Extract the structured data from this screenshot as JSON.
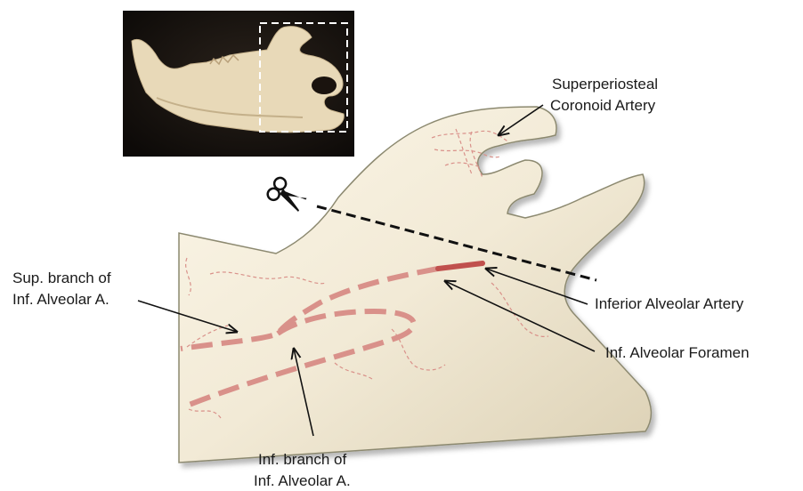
{
  "labels": {
    "superperiosteal_line1": "Superperiosteal",
    "superperiosteal_line2": "Coronoid Artery",
    "sup_branch_line1": "Sup. branch of",
    "sup_branch_line2": "Inf. Alveolar A.",
    "inferior_alveolar_artery": "Inferior Alveolar Artery",
    "inf_alveolar_foramen": "Inf. Alveolar Foramen",
    "inf_branch_line1": "Inf. branch of",
    "inf_branch_line2": "Inf. Alveolar A."
  },
  "icons": {
    "cut": "scissors-icon"
  },
  "colors": {
    "bone_fill": "#efe9d6",
    "bone_edge": "#8c896f",
    "vessel_dashed": "#d9918a",
    "foramen_artery": "#c0504d",
    "photo_background": "#16120e",
    "cut_line": "#111111"
  }
}
